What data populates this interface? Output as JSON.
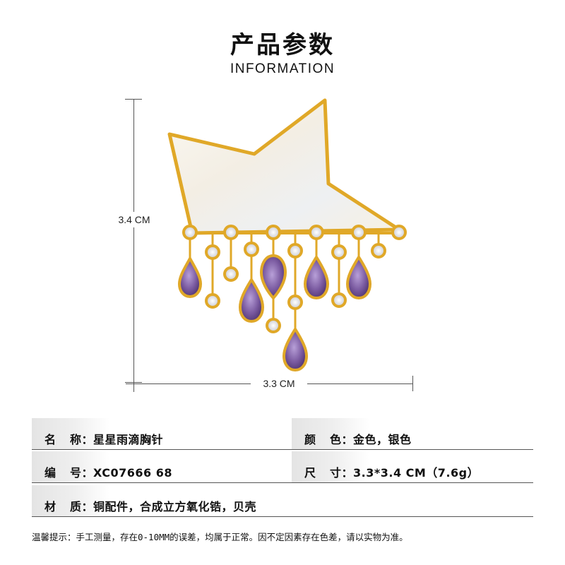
{
  "header": {
    "title": "产品参数",
    "subtitle": "INFORMATION"
  },
  "dimensions": {
    "height_label": "3.4 CM",
    "width_label": "3.3 CM"
  },
  "product_image": {
    "description": "Star-shaped mother-of-pearl brooch in gold setting with dangling round clear zirconia and purple teardrop stones",
    "colors": {
      "gold": "#E0A828",
      "pearl": "#F6F1E6",
      "amethyst": "#7A5AA0",
      "clear_stone": "#E8EAF0"
    }
  },
  "info": {
    "name": {
      "label_1": "名",
      "label_2": "称：",
      "value": "星星雨滴胸针"
    },
    "color": {
      "label_1": "颜",
      "label_2": "色：",
      "value": "金色，银色"
    },
    "code": {
      "label_1": "编",
      "label_2": "号：",
      "value": "XC07666 68"
    },
    "size": {
      "label_1": "尺",
      "label_2": "寸：",
      "value": "3.3*3.4 CM（7.6g）"
    },
    "material": {
      "label_1": "材",
      "label_2": "质：",
      "value": "铜配件，合成立方氧化锆，贝壳"
    }
  },
  "note": "温馨提示：手工测量，存在0-10MM的误差，均属于正常。因不定因素存在色差，请以实物为准。"
}
